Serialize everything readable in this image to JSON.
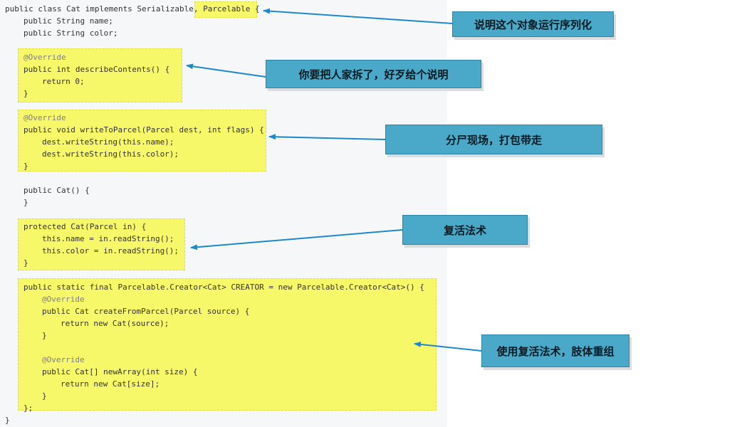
{
  "colors": {
    "highlight": "#f7f76a",
    "note_bg": "#4aa8c8",
    "arrow": "#1e88c8",
    "code_bg": "#f6f7f9"
  },
  "code": {
    "line_class": "public class Cat implements Serializable, Parcelable {",
    "field_name": "public String name;",
    "field_color": "public String color;",
    "override_1": "@Override",
    "describe_sig": "public int describeContents() {",
    "return_zero": "return 0;",
    "close_1": "}",
    "override_2": "@Override",
    "write_sig": "public void writeToParcel(Parcel dest, int flags) {",
    "write_name": "dest.writeString(this.name);",
    "write_color": "dest.writeString(this.color);",
    "close_2": "}",
    "ctor_sig": "public Cat() {",
    "close_3": "}",
    "pctor_sig": "protected Cat(Parcel in) {",
    "read_name": "this.name = in.readString();",
    "read_color": "this.color = in.readString();",
    "close_4": "}",
    "creator_sig": "public static final Parcelable.Creator<Cat> CREATOR = new Parcelable.Creator<Cat>() {",
    "override_3": "@Override",
    "create_sig": "public Cat createFromParcel(Parcel source) {",
    "return_new": "return new Cat(source);",
    "close_5": "}",
    "override_4": "@Override",
    "array_sig": "public Cat[] newArray(int size) {",
    "return_arr": "return new Cat[size];",
    "close_6": "}",
    "close_creator": "};",
    "close_class": "}"
  },
  "annotations": {
    "serialize_note": "说明这个对象运行序列化",
    "describe_note": "你要把人家拆了，好歹给个说明",
    "write_note": "分尸现场，打包带走",
    "revive_note": "复活法术",
    "creator_note": "使用复活法术，肢体重组"
  }
}
